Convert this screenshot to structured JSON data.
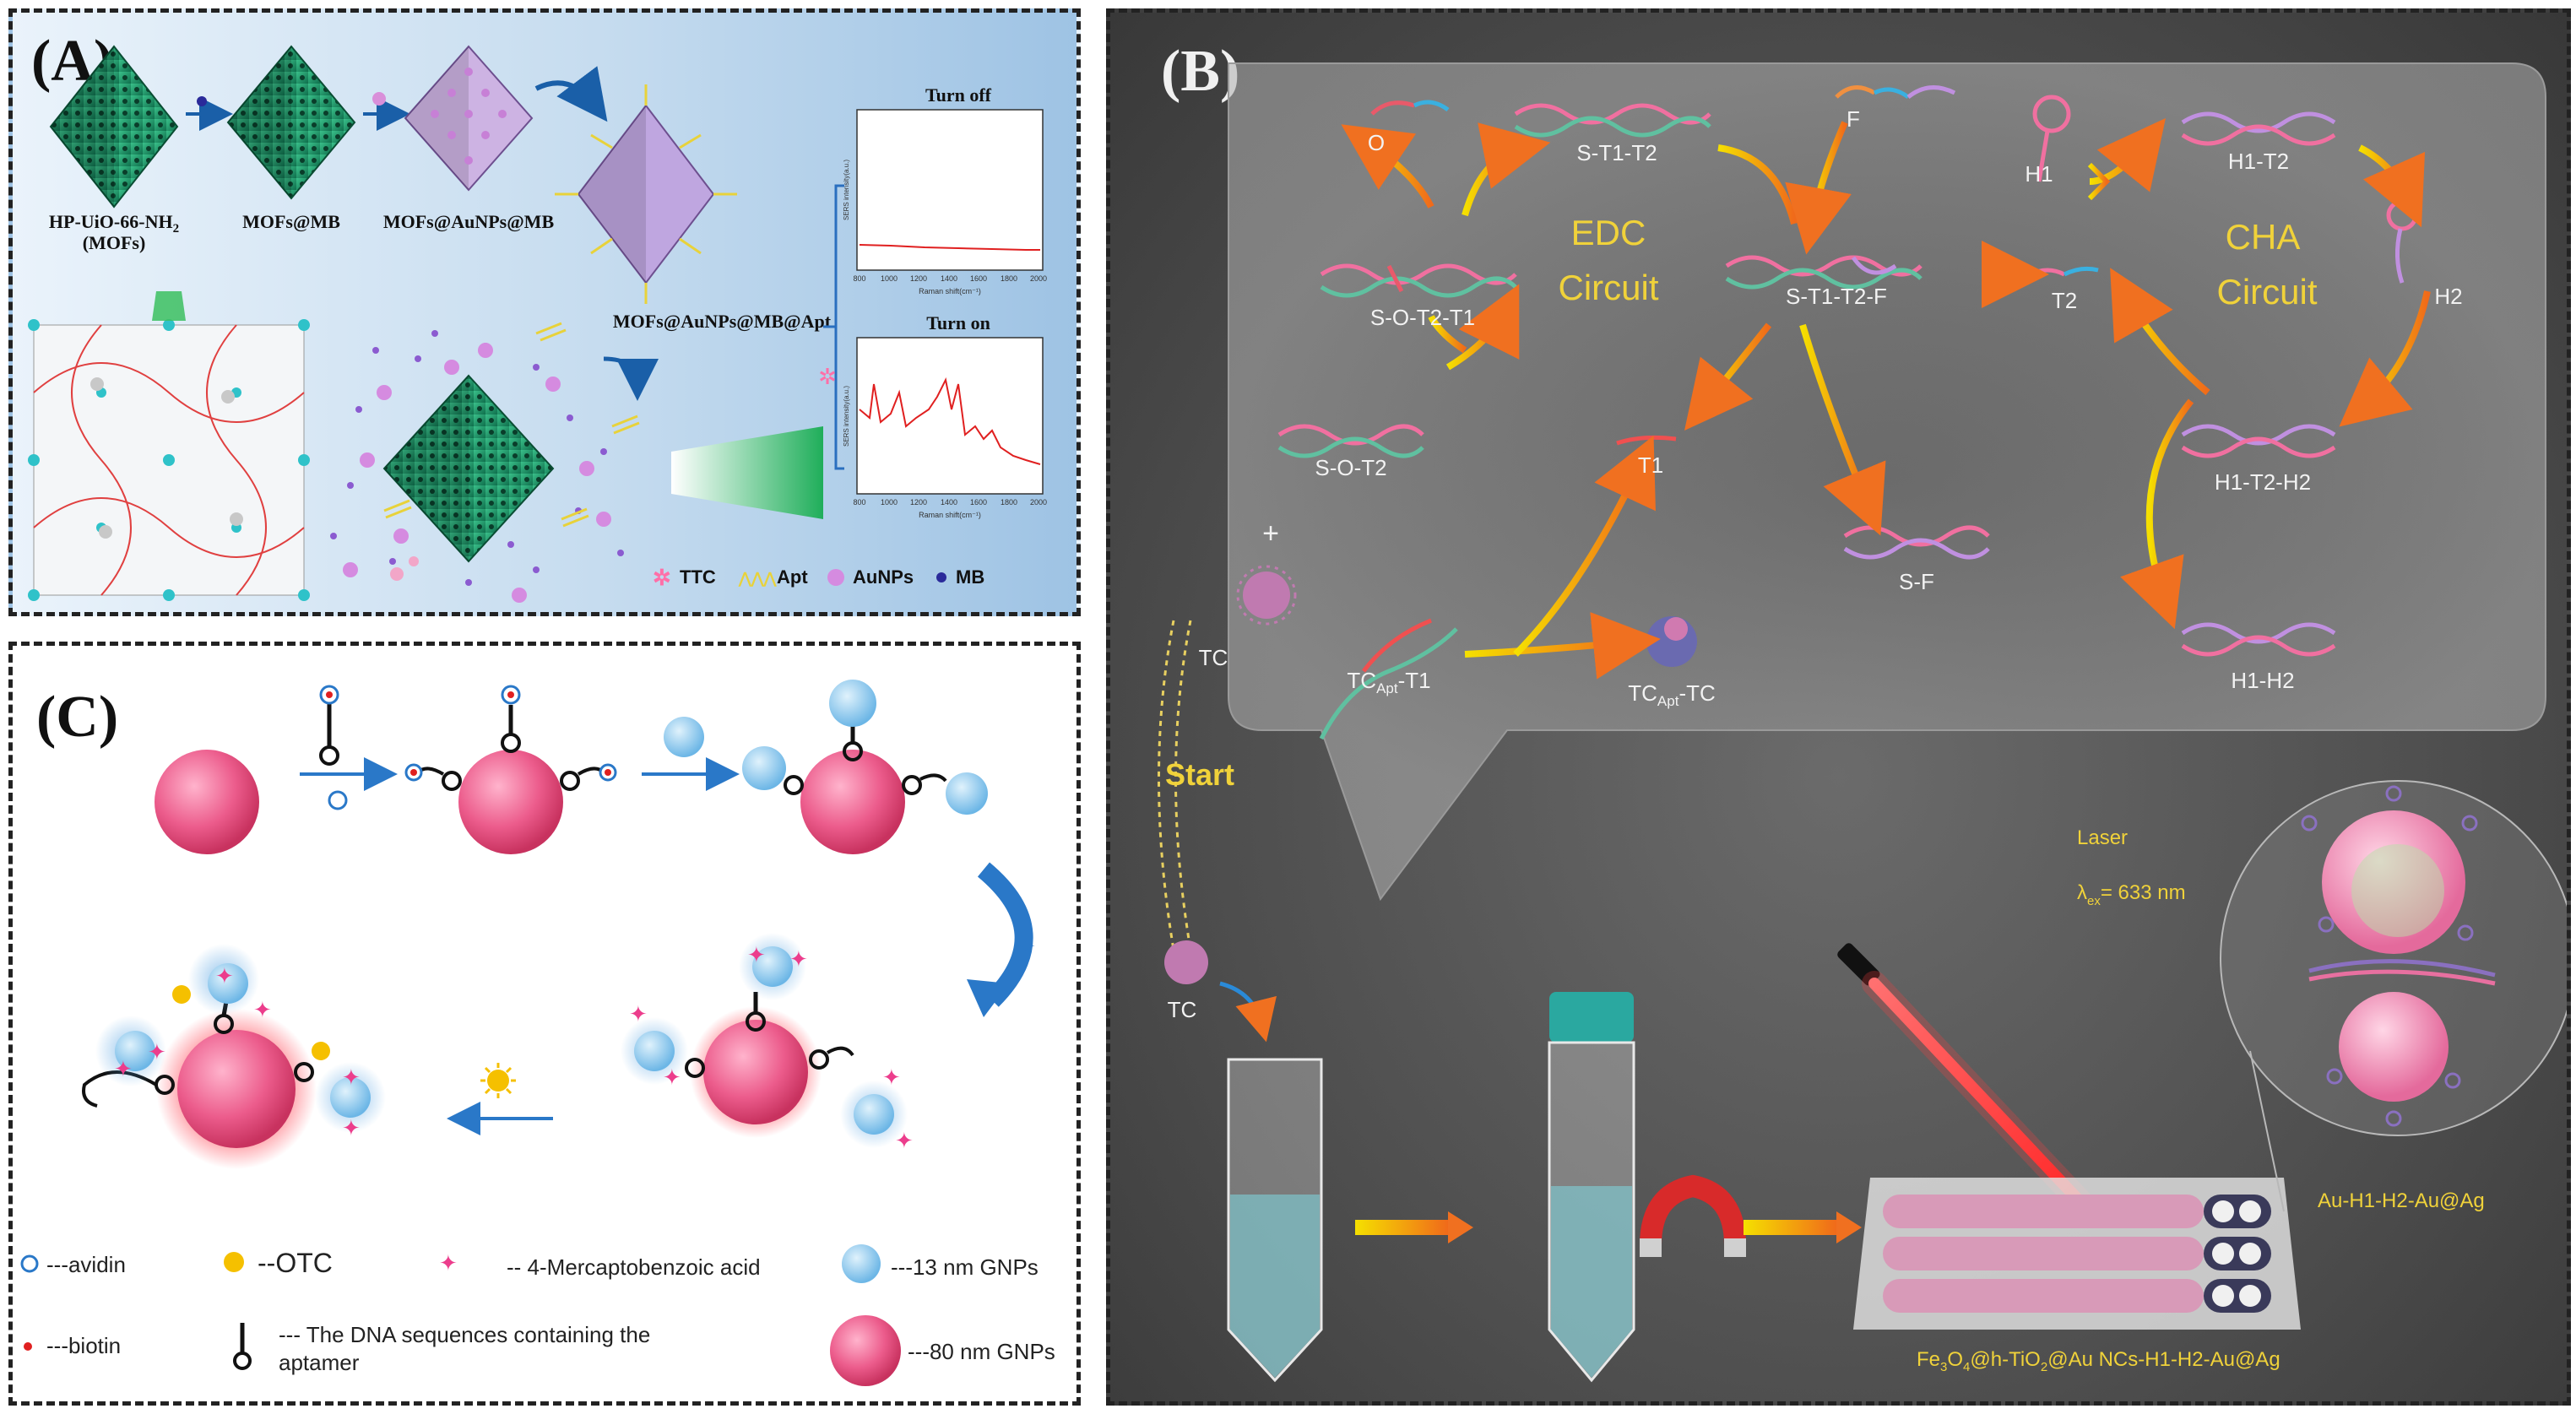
{
  "panel_a": {
    "label": "(A)",
    "mofs_name_line1": "HP-UiO-66-NH",
    "mofs_name_sub": "2",
    "mofs_name_line2": "(MOFs)",
    "mofs_mb": "MOFs@MB",
    "mofs_aunps_mb": "MOFs@AuNPs@MB",
    "mofs_aunps_mb_apt": "MOFs@AuNPs@MB@Apt",
    "chart_top_title": "Turn off",
    "chart_bottom_title": "Turn on",
    "y_label": "SERS intensity(a.u.)",
    "x_label": "Raman shift(cm⁻¹)",
    "x_ticks": [
      "800",
      "1000",
      "1200",
      "1400",
      "1600",
      "1800",
      "2000"
    ],
    "legend": [
      "TTC",
      "Apt",
      "AuNPs",
      "MB"
    ]
  },
  "panel_b": {
    "label": "(B)",
    "edc_title_1": "EDC",
    "edc_title_2": "Circuit",
    "cha_title_1": "CHA",
    "cha_title_2": "Circuit",
    "strand_o": "O",
    "strand_st1t2": "S-T1-T2",
    "strand_f": "F",
    "strand_so_t2t1": "S-O-T2-T1",
    "strand_st1t2f": "S-T1-T2-F",
    "strand_sot2": "S-O-T2",
    "strand_t1": "T1",
    "strand_sf": "S-F",
    "strand_h1": "H1",
    "strand_h1t2": "H1-T2",
    "strand_h2": "H2",
    "strand_t2": "T2",
    "strand_h1t2h2": "H1-T2-H2",
    "strand_h1h2": "H1-H2",
    "tc_label": "TC",
    "plus": "+",
    "tc_apt_t1_main": "TC",
    "tc_apt_t1_sub": "Apt",
    "tc_apt_t1_tail": "-T1",
    "tc_apt_tc_main": "TC",
    "tc_apt_tc_sub": "Apt",
    "tc_apt_tc_tail": "-TC",
    "start": "Start",
    "tc_label_2": "TC",
    "laser": "Laser",
    "lambda_main": "λ",
    "lambda_sub": "ex",
    "lambda_tail": "= 633 nm",
    "probe_name": "Au-H1-H2-Au@Ag",
    "substrate_p1": "Fe",
    "substrate_s1": "3",
    "substrate_p2": "O",
    "substrate_s2": "4",
    "substrate_p3": "@h-TiO",
    "substrate_s3": "2",
    "substrate_p4": "@Au NCs-H1-H2-Au@Ag"
  },
  "panel_c": {
    "label": "(C)",
    "legend_avidin": "---avidin",
    "legend_otc": "--OTC",
    "legend_mba": "-- 4-Mercaptobenzoic acid",
    "legend_13nm": "---13 nm GNPs",
    "legend_biotin": "---biotin",
    "legend_dna_1": "--- The DNA sequences  containing the",
    "legend_dna_2": "aptamer",
    "legend_80nm": "---80 nm  GNPs"
  },
  "colors": {
    "mof_green": "#1d9a6c",
    "panel_a_bg": "#c6dcef",
    "panel_b_bg": "#4e4e4e",
    "pink_gnp": "#e0457a",
    "blue_gnp": "#7fc3ea",
    "arrow_yellow": "#f5c400",
    "arrow_orange": "#f07020",
    "spectrum_red": "#e02020"
  }
}
